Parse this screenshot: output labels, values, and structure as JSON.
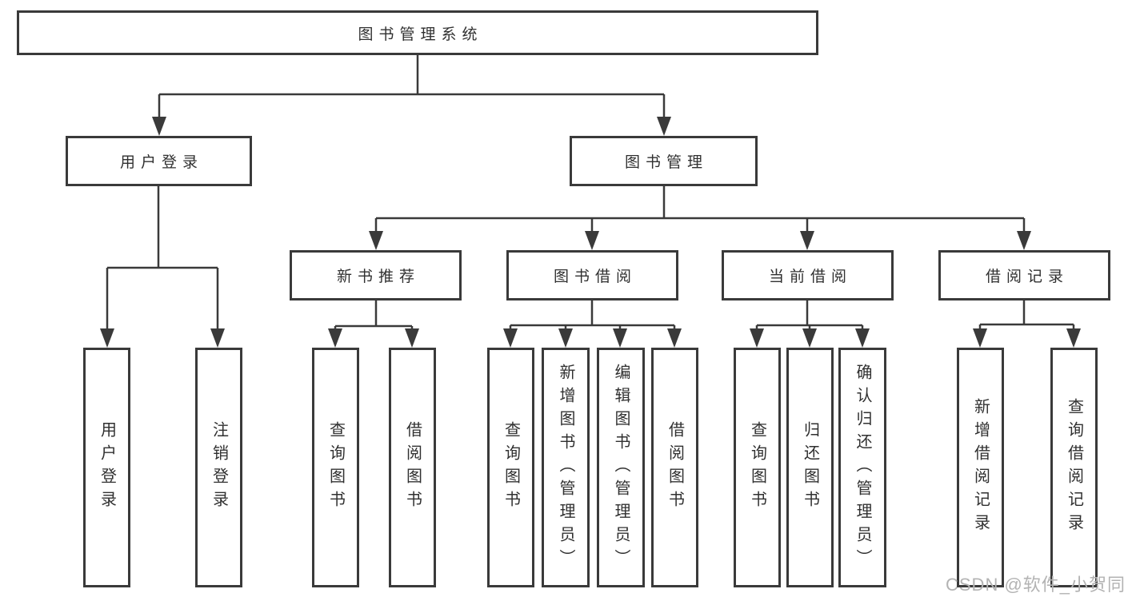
{
  "diagram": {
    "root": {
      "label": "图书管理系统"
    },
    "branches": [
      {
        "label": "用户登录",
        "children": [
          {
            "label": "用户登录"
          },
          {
            "label": "注销登录"
          }
        ]
      },
      {
        "label": "图书管理",
        "sections": [
          {
            "label": "新书推荐",
            "children": [
              {
                "label": "查询图书"
              },
              {
                "label": "借阅图书"
              }
            ]
          },
          {
            "label": "图书借阅",
            "children": [
              {
                "label": "查询图书"
              },
              {
                "label": "新增图书（管理员）"
              },
              {
                "label": "编辑图书（管理员）"
              },
              {
                "label": "借阅图书"
              }
            ]
          },
          {
            "label": "当前借阅",
            "children": [
              {
                "label": "查询图书"
              },
              {
                "label": "归还图书"
              },
              {
                "label": "确认归还（管理员）"
              }
            ]
          },
          {
            "label": "借阅记录",
            "children": [
              {
                "label": "新增借阅记录"
              },
              {
                "label": "查询借阅记录"
              }
            ]
          }
        ]
      }
    ]
  },
  "colors": {
    "line": "#3a3a3a",
    "text": "#303030",
    "watermark_text": "#b3b3b3",
    "background": "#ffffff"
  },
  "watermark": "CSDN @软件_小贺同学"
}
